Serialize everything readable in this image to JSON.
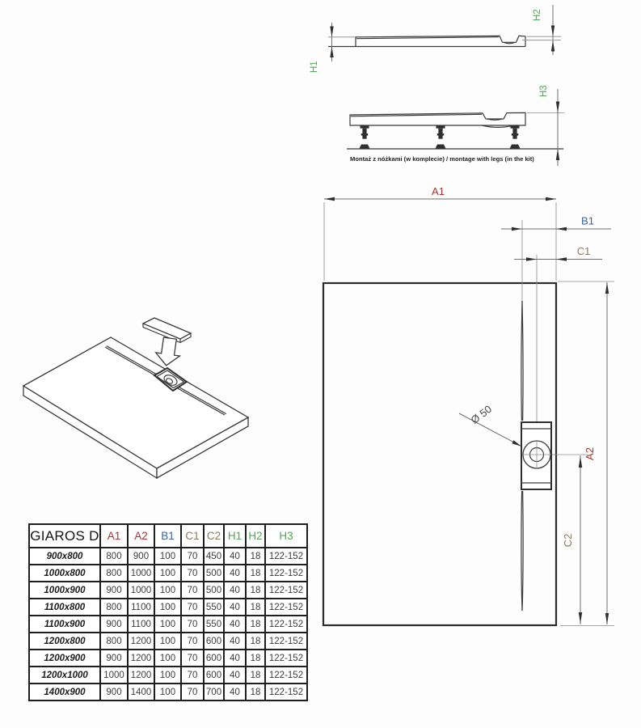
{
  "drawing": {
    "dims": {
      "a1": "A1",
      "a2": "A2",
      "b1": "B1",
      "c1": "C1",
      "c2": "C2",
      "h1": "H1",
      "h2": "H2",
      "h3": "H3",
      "drain_diameter": "Ø 50"
    },
    "legs_caption": "Montaż z nóżkami (w komplecie) / montage with legs (in the kit)"
  },
  "colors": {
    "dim_a": "#a9342f",
    "dim_b": "#3b62a5",
    "dim_c": "#8d7c61",
    "dim_h": "#4fa852",
    "diameter_label": "#4a4a4a",
    "object_line": "#3a3a3a"
  },
  "table": {
    "title": "GIAROS D",
    "columns": [
      {
        "label": "A1",
        "color": "#a9342f"
      },
      {
        "label": "A2",
        "color": "#a9342f"
      },
      {
        "label": "B1",
        "color": "#3b62a5"
      },
      {
        "label": "C1",
        "color": "#8d7c61"
      },
      {
        "label": "C2",
        "color": "#8d7c61"
      },
      {
        "label": "H1",
        "color": "#4fa852"
      },
      {
        "label": "H2",
        "color": "#4fa852"
      },
      {
        "label": "H3",
        "color": "#4fa852"
      }
    ],
    "rows": [
      {
        "size": "900x800",
        "values": [
          "800",
          "900",
          "100",
          "70",
          "450",
          "40",
          "18",
          "122-152"
        ]
      },
      {
        "size": "1000x800",
        "values": [
          "800",
          "1000",
          "100",
          "70",
          "500",
          "40",
          "18",
          "122-152"
        ]
      },
      {
        "size": "1000x900",
        "values": [
          "900",
          "1000",
          "100",
          "70",
          "500",
          "40",
          "18",
          "122-152"
        ]
      },
      {
        "size": "1100x800",
        "values": [
          "800",
          "1100",
          "100",
          "70",
          "550",
          "40",
          "18",
          "122-152"
        ]
      },
      {
        "size": "1100x900",
        "values": [
          "900",
          "1100",
          "100",
          "70",
          "550",
          "40",
          "18",
          "122-152"
        ]
      },
      {
        "size": "1200x800",
        "values": [
          "800",
          "1200",
          "100",
          "70",
          "600",
          "40",
          "18",
          "122-152"
        ]
      },
      {
        "size": "1200x900",
        "values": [
          "900",
          "1200",
          "100",
          "70",
          "600",
          "40",
          "18",
          "122-152"
        ]
      },
      {
        "size": "1200x1000",
        "values": [
          "1000",
          "1200",
          "100",
          "70",
          "600",
          "40",
          "18",
          "122-152"
        ]
      },
      {
        "size": "1400x900",
        "values": [
          "900",
          "1400",
          "100",
          "70",
          "700",
          "40",
          "18",
          "122-152"
        ]
      }
    ]
  }
}
